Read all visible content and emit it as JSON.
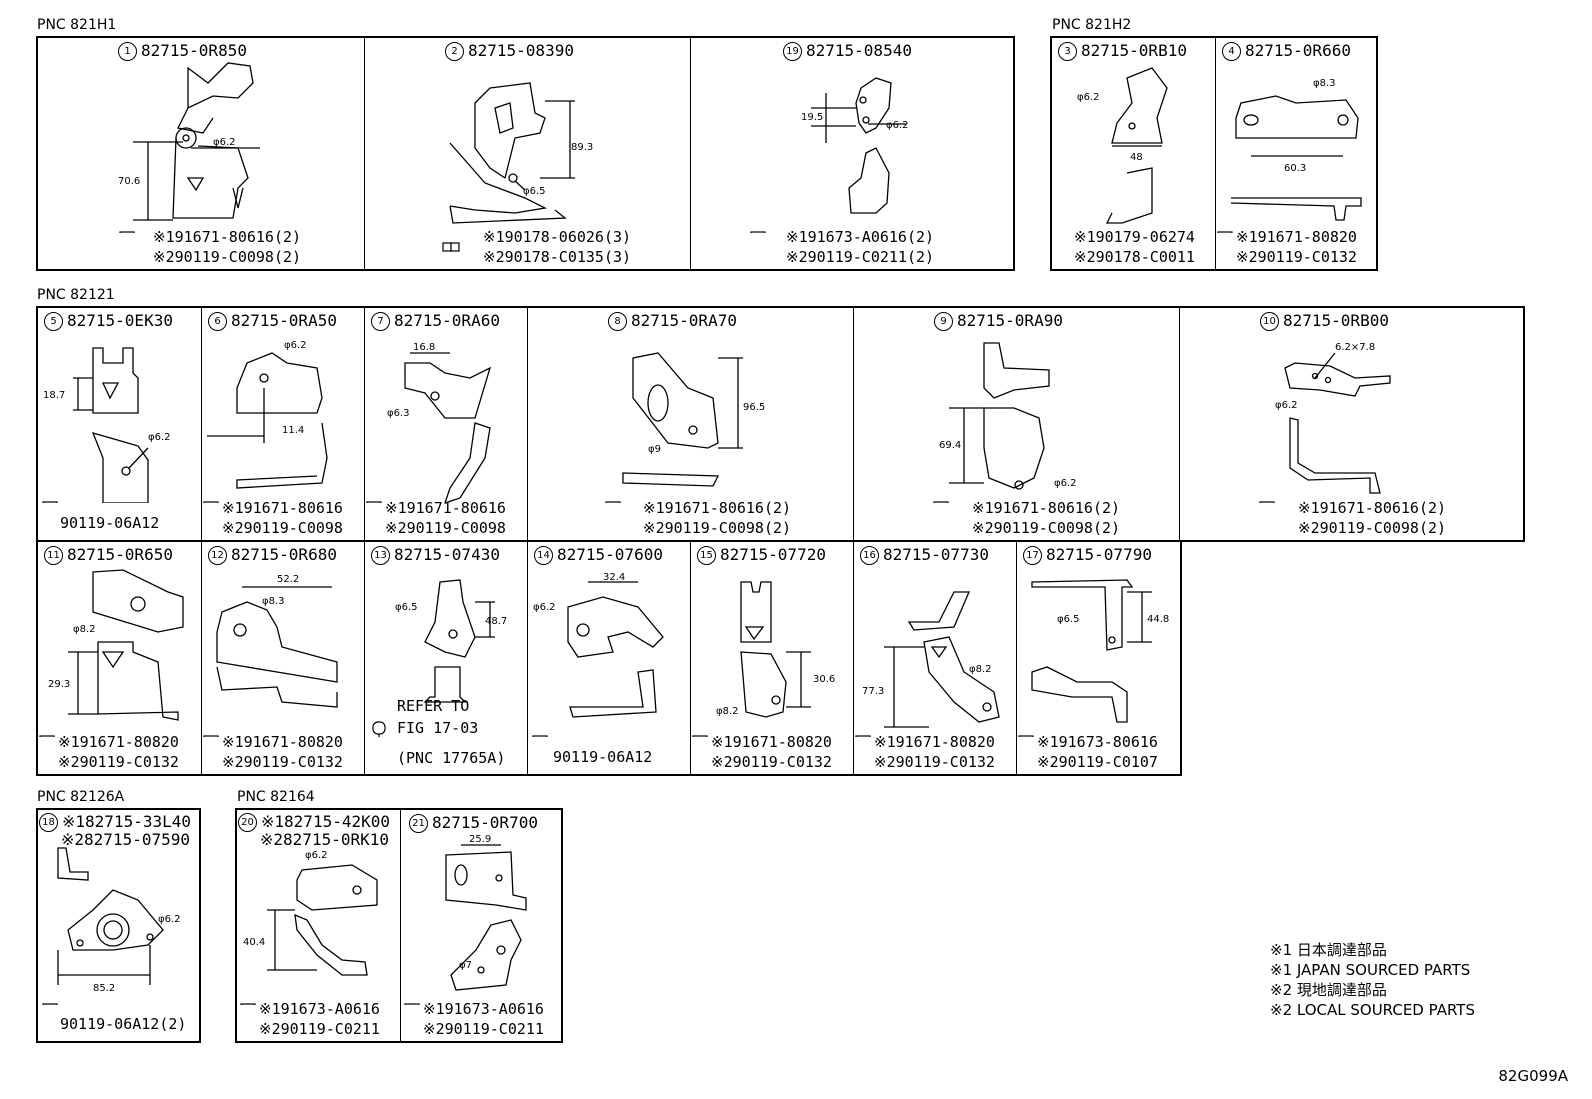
{
  "sections": {
    "pnc_821h1": "PNC 821H1",
    "pnc_821h2": "PNC 821H2",
    "pnc_82121": "PNC 82121",
    "pnc_82126a": "PNC 82126A",
    "pnc_82164": "PNC 82164"
  },
  "parts": {
    "p1": {
      "num": "1",
      "part": "82715-0R850",
      "f1": "※191671-80616(2)",
      "f2": "※290119-C0098(2)",
      "dims": [
        "φ6.2",
        "70.6"
      ]
    },
    "p2": {
      "num": "2",
      "part": "82715-08390",
      "f1": "※190178-06026(3)",
      "f2": "※290178-C0135(3)",
      "dims": [
        "89.3",
        "φ6.5"
      ]
    },
    "p19": {
      "num": "19",
      "part": "82715-08540",
      "f1": "※191673-A0616(2)",
      "f2": "※290119-C0211(2)",
      "dims": [
        "19.5",
        "φ6.2"
      ]
    },
    "p3": {
      "num": "3",
      "part": "82715-0RB10",
      "f1": "※190179-06274",
      "f2": "※290178-C0011",
      "dims": [
        "φ6.2",
        "48"
      ]
    },
    "p4": {
      "num": "4",
      "part": "82715-0R660",
      "f1": "※191671-80820",
      "f2": "※290119-C0132",
      "dims": [
        "φ8.3",
        "60.3"
      ]
    },
    "p5": {
      "num": "5",
      "part": "82715-0EK30",
      "f1": "90119-06A12",
      "dims": [
        "18.7",
        "φ6.2"
      ]
    },
    "p6": {
      "num": "6",
      "part": "82715-0RA50",
      "f1": "※191671-80616",
      "f2": "※290119-C0098",
      "dims": [
        "φ6.2",
        "11.4"
      ]
    },
    "p7": {
      "num": "7",
      "part": "82715-0RA60",
      "f1": "※191671-80616",
      "f2": "※290119-C0098",
      "dims": [
        "16.8",
        "φ6.3"
      ]
    },
    "p8": {
      "num": "8",
      "part": "82715-0RA70",
      "f1": "※191671-80616(2)",
      "f2": "※290119-C0098(2)",
      "dims": [
        "96.5",
        "φ9"
      ]
    },
    "p9": {
      "num": "9",
      "part": "82715-0RA90",
      "f1": "※191671-80616(2)",
      "f2": "※290119-C0098(2)",
      "dims": [
        "69.4",
        "φ6.2"
      ]
    },
    "p10": {
      "num": "10",
      "part": "82715-0RB00",
      "f1": "※191671-80616(2)",
      "f2": "※290119-C0098(2)",
      "dims": [
        "6.2×7.8",
        "φ6.2"
      ]
    },
    "p11": {
      "num": "11",
      "part": "82715-0R650",
      "f1": "※191671-80820",
      "f2": "※290119-C0132",
      "dims": [
        "φ8.2",
        "29.3"
      ]
    },
    "p12": {
      "num": "12",
      "part": "82715-0R680",
      "f1": "※191671-80820",
      "f2": "※290119-C0132",
      "dims": [
        "52.2",
        "φ8.3"
      ]
    },
    "p13": {
      "num": "13",
      "part": "82715-07430",
      "r1": "REFER TO",
      "r2": "FIG 17-03",
      "r3": "(PNC 17765A)",
      "dims": [
        "φ6.5",
        "48.7"
      ]
    },
    "p14": {
      "num": "14",
      "part": "82715-07600",
      "f1": "90119-06A12",
      "dims": [
        "32.4",
        "φ6.2"
      ]
    },
    "p15": {
      "num": "15",
      "part": "82715-07720",
      "f1": "※191671-80820",
      "f2": "※290119-C0132",
      "dims": [
        "30.6",
        "φ8.2"
      ]
    },
    "p16": {
      "num": "16",
      "part": "82715-07730",
      "f1": "※191671-80820",
      "f2": "※290119-C0132",
      "dims": [
        "77.3",
        "φ8.2"
      ]
    },
    "p17": {
      "num": "17",
      "part": "82715-07790",
      "f1": "※191673-80616",
      "f2": "※290119-C0107",
      "dims": [
        "44.8",
        "φ6.5"
      ]
    },
    "p18": {
      "num": "18",
      "part": "※182715-33L40",
      "part2": "※282715-07590",
      "f1": "90119-06A12(2)",
      "dims": [
        "φ6.2",
        "85.2"
      ]
    },
    "p20": {
      "num": "20",
      "part": "※182715-42K00",
      "part2": "※282715-0RK10",
      "f1": "※191673-A0616",
      "f2": "※290119-C0211",
      "dims": [
        "φ6.2",
        "40.4"
      ]
    },
    "p21": {
      "num": "21",
      "part": "82715-0R700",
      "f1": "※191673-A0616",
      "f2": "※290119-C0211",
      "dims": [
        "25.9",
        "φ7"
      ]
    }
  },
  "notes": {
    "n1": "※1 日本調達部品",
    "n2": "※1 JAPAN SOURCED PARTS",
    "n3": "※2 現地調達部品",
    "n4": "※2 LOCAL SOURCED PARTS"
  },
  "figure_code": "82G099A"
}
